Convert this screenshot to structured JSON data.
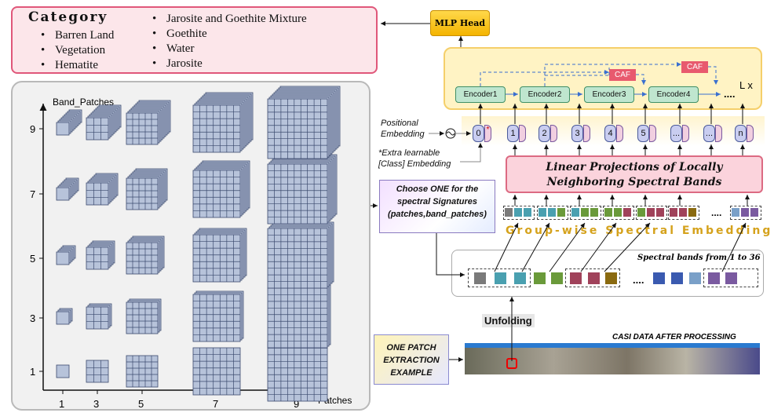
{
  "category": {
    "title": "Category",
    "col1": [
      "Barren Land",
      "Vegetation",
      "Hematite"
    ],
    "col2": [
      "Jarosite and Goethite Mixture",
      "Goethite",
      "Water",
      "Jarosite"
    ]
  },
  "mlp_head": "MLP Head",
  "encoders": [
    "Encoder1",
    "Encoder2",
    "Encoder3",
    "Encoder4"
  ],
  "encoder_ellipsis": "....",
  "layers_label": "L x",
  "caf_label": "CAF",
  "positional_embedding": "Positional\nEmbedding",
  "extra_class": "*Extra learnable\n[Class] Embedding",
  "tokens": [
    "0",
    "1",
    "2",
    "3",
    "4",
    "5",
    "...",
    "...",
    "n"
  ],
  "class_marker": "*",
  "linear_projection": "Linear Projections of Locally Neighboring Spectral Bands",
  "choose_one": "Choose ONE  for the spectral Signatures (patches,band_patches)",
  "group_embedding": "Group-wise Spectral Embedding",
  "spectral_bands": "Spectral bands from 1 to 36",
  "bands_ellipsis": "....",
  "unfolding": "Unfolding",
  "one_patch": "ONE PATCH EXTRACTION EXAMPLE",
  "casi_title": "CASI DATA AFTER PROCESSING",
  "plot": {
    "y_title": "Band_Patches",
    "x_title": "Patches",
    "x_ticks": [
      "1",
      "3",
      "5",
      "7",
      "9"
    ],
    "y_ticks": [
      "9",
      "7",
      "5",
      "3",
      "1"
    ]
  },
  "colors": {
    "cube_face": "#b7c3da",
    "cube_line": "#3b4a6e",
    "encoder": "#bfe6cf",
    "caf": "#e85a6e",
    "band_colors": [
      "#7a7a7a",
      "#4aa0b0",
      "#4aa0b0",
      "#6a9a3a",
      "#6a9a3a",
      "#a0425a",
      "#a0425a",
      "#8a6a10",
      "#3a5ab0",
      "#3a5ab0",
      "#7aa0c8",
      "#7a5aa0",
      "#7a5aa0"
    ]
  }
}
